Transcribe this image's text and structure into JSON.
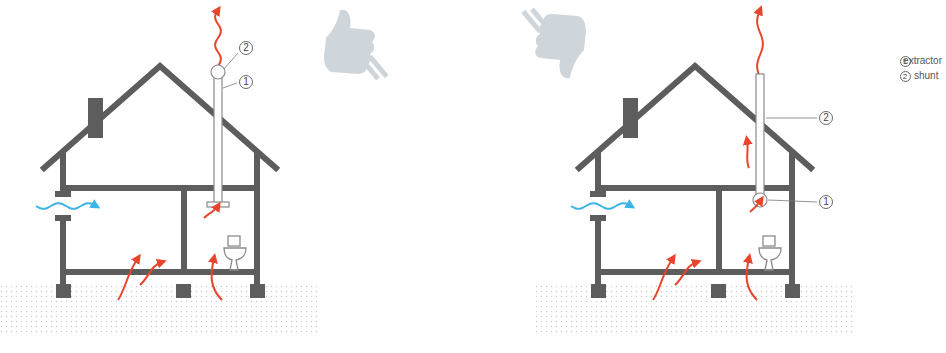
{
  "diagram": {
    "labels": [
      "2",
      "1",
      "2",
      "1",
      "1",
      "2"
    ],
    "legend": [
      {
        "text": "extractor"
      },
      {
        "text": "shunt"
      }
    ]
  }
}
